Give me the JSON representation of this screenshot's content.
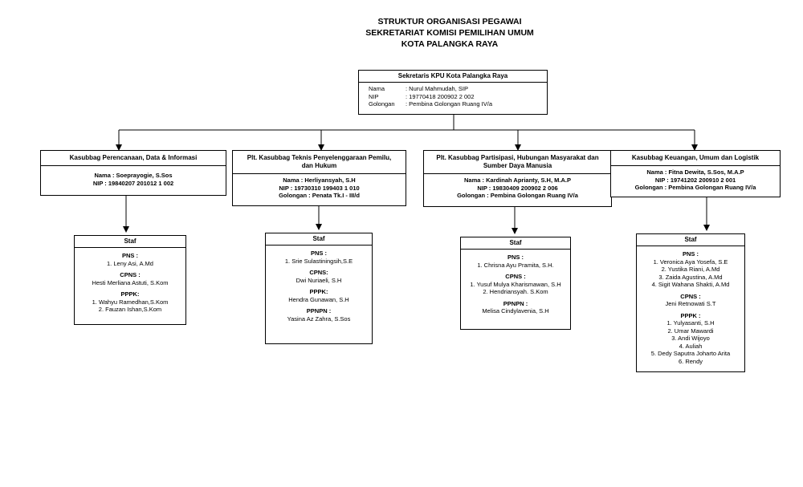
{
  "title": {
    "line1": "STRUKTUR ORGANISASI PEGAWAI",
    "line2": "SEKRETARIAT KOMISI PEMILIHAN UMUM",
    "line3": "KOTA PALANGKA RAYA"
  },
  "top": {
    "header": "Sekretaris KPU Kota Palangka Raya",
    "rows": [
      {
        "label": "Nama",
        "value": ": Nurul Mahmudah, SIP"
      },
      {
        "label": "NIP",
        "value": ": 19770418 200902 2 002"
      },
      {
        "label": "Golongan",
        "value": ": Pembina Golongan Ruang IV/a"
      }
    ]
  },
  "units": [
    {
      "header": "Kasubbag Perencanaan, Data & Informasi",
      "nama": "Nama : Soeprayogie, S.Sos",
      "nip": "NIP : 19840207 201012 1 002",
      "golongan": "",
      "staf": {
        "title": "Staf",
        "pns_label": "PNS :",
        "pns": [
          "1. Leny Asi, A.Md"
        ],
        "cpns_label": "CPNS :",
        "cpns": [
          "Hesti Merliana Astuti, S.Kom"
        ],
        "pppk_label": "PPPK:",
        "pppk": [
          "1. Wahyu Ramedhan,S.Kom",
          "2. Fauzan Ishan,S.Kom"
        ],
        "ppnpn_label": "",
        "ppnpn": []
      }
    },
    {
      "header": "Plt. Kasubbag Teknis Penyelenggaraan Pemilu, dan Hukum",
      "nama": "Nama : Herliyansyah, S.H",
      "nip": "NIP : 19730310 199403 1 010",
      "golongan": "Golongan : Penata Tk.I  - III/d",
      "staf": {
        "title": "Staf",
        "pns_label": "PNS :",
        "pns": [
          "1. Srie Sulastiningsih,S.E"
        ],
        "cpns_label": "CPNS:",
        "cpns": [
          "Dwi Nuriaeli, S.H"
        ],
        "pppk_label": "PPPK:",
        "pppk": [
          "Hendra Gunawan, S.H"
        ],
        "ppnpn_label": "PPNPN :",
        "ppnpn": [
          "Yasina Az Zahra, S.Sos"
        ]
      }
    },
    {
      "header": "Plt. Kasubbag Partisipasi, Hubungan Masyarakat dan Sumber Daya Manusia",
      "nama": "Nama : Kardinah Aprianty, S.H, M.A.P",
      "nip": "NIP : 19830409 200902 2 006",
      "golongan": "Golongan : Pembina Golongan Ruang IV/a",
      "staf": {
        "title": "Staf",
        "pns_label": "PNS :",
        "pns": [
          "1. Chrisna Ayu Pramita, S.H."
        ],
        "cpns_label": "CPNS :",
        "cpns": [
          "1. Yusuf Mulya Kharismawan, S.H",
          "2. Hendriansyah. S.Kom"
        ],
        "pppk_label": "",
        "pppk": [],
        "ppnpn_label": "PPNPN :",
        "ppnpn": [
          "Melisa Cindylavenia, S.H"
        ]
      }
    },
    {
      "header": "Kasubbag Keuangan, Umum dan Logistik",
      "nama": "Nama : Fitna Dewita, S.Sos, M.A.P",
      "nip": "NIP : 19741202 200910 2 001",
      "golongan": "Golongan : Pembina Golongan Ruang IV/a",
      "staf": {
        "title": "Staf",
        "pns_label": "PNS :",
        "pns": [
          "1. Veronica Aya Yosefa, S.E",
          "2. Yustika Riani, A.Md",
          "3. Zaida Agustina, A.Md",
          "4. Sigit Wahana Shakti, A.Md"
        ],
        "cpns_label": "CPNS :",
        "cpns": [
          "Jeni Retnowati S.T"
        ],
        "pppk_label": "PPPK :",
        "pppk": [
          "1. Yulyasanti, S.H",
          "2. Umar Mawardi",
          "3. Andi Wijoyo",
          "4. Auliah",
          "5. Dedy Saputra Joharto Arita",
          "6. Rendy"
        ],
        "ppnpn_label": "",
        "ppnpn": []
      }
    }
  ]
}
